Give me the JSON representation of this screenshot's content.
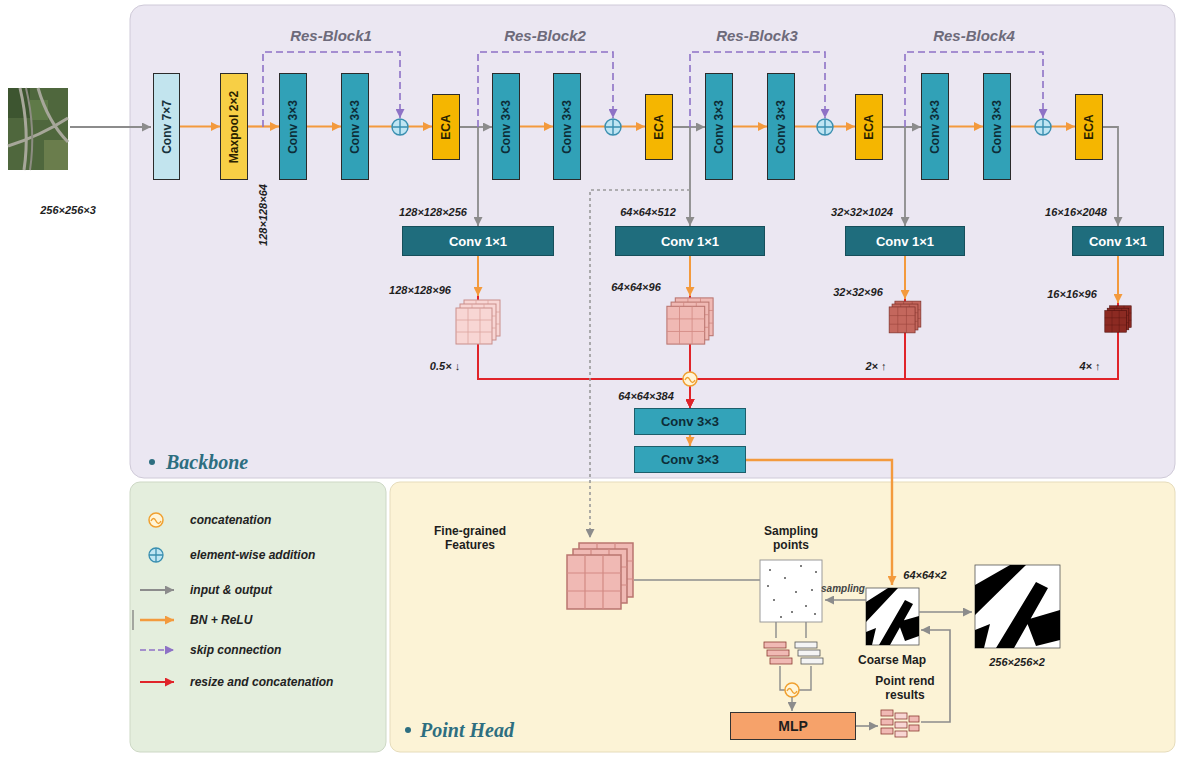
{
  "diagram": {
    "nodes": [
      {
        "text": [
          "Backbone"
        ]
      },
      {
        "text": [
          "Conv 7×7"
        ],
        "in": 0
      },
      {
        "text": [
          "Maxpool 2×2"
        ],
        "in": 0
      },
      {
        "text": [
          "Conv 3×3"
        ],
        "in": 0
      },
      {
        "text": [
          "Conv 3×3"
        ],
        "in": 0
      },
      {
        "text": [
          "ECA"
        ],
        "in": 0
      },
      {
        "text": [
          "Conv 3×3"
        ],
        "in": 0
      },
      {
        "text": [
          "Conv 3×3"
        ],
        "in": 0
      },
      {
        "text": [
          "ECA"
        ],
        "in": 0
      },
      {
        "text": [
          "Conv 3×3"
        ],
        "in": 0
      },
      {
        "text": [
          "Conv 3×3"
        ],
        "in": 0
      },
      {
        "text": [
          "ECA"
        ],
        "in": 0
      },
      {
        "text": [
          "Conv 3×3"
        ],
        "in": 0
      },
      {
        "text": [
          "Conv 3×3"
        ],
        "in": 0
      },
      {
        "text": [
          "ECA"
        ],
        "in": 0
      },
      {
        "text": [
          "Conv 1×1"
        ],
        "in": 0
      },
      {
        "text": [
          "Conv 1×1"
        ],
        "in": 0
      },
      {
        "text": [
          "Conv 1×1"
        ],
        "in": 0
      },
      {
        "text": [
          "Conv 1×1"
        ],
        "in": 0
      },
      {
        "text": [
          "Conv 3×3"
        ],
        "in": 0
      },
      {
        "text": [
          "Conv 3×3"
        ],
        "in": 0
      },
      {
        "text": [
          "Point Head"
        ]
      },
      {
        "text": [
          "MLP"
        ],
        "in": 21
      }
    ],
    "edges": [
      {
        "from": 1,
        "to": 2,
        "arrow": "to"
      },
      {
        "from": 2,
        "to": 3,
        "arrow": "to"
      },
      {
        "from": 3,
        "to": 4,
        "arrow": "to"
      },
      {
        "from": 4,
        "to": 5,
        "arrow": "to"
      },
      {
        "from": 5,
        "to": 6,
        "arrow": "to"
      },
      {
        "from": 6,
        "to": 7,
        "arrow": "to"
      },
      {
        "from": 7,
        "to": 8,
        "arrow": "to"
      },
      {
        "from": 8,
        "to": 9,
        "arrow": "to"
      },
      {
        "from": 9,
        "to": 10,
        "arrow": "to"
      },
      {
        "from": 10,
        "to": 11,
        "arrow": "to"
      },
      {
        "from": 11,
        "to": 12,
        "arrow": "to"
      },
      {
        "from": 12,
        "to": 13,
        "arrow": "to"
      },
      {
        "from": 13,
        "to": 14,
        "arrow": "to"
      },
      {
        "from": 5,
        "to": 15,
        "arrow": "to"
      },
      {
        "from": 8,
        "to": 16,
        "arrow": "to"
      },
      {
        "from": 11,
        "to": 17,
        "arrow": "to"
      },
      {
        "from": 14,
        "to": 18,
        "arrow": "to"
      },
      {
        "from": 15,
        "to": 19,
        "arrow": "to"
      },
      {
        "from": 16,
        "to": 19,
        "arrow": "to"
      },
      {
        "from": 17,
        "to": 19,
        "arrow": "to"
      },
      {
        "from": 18,
        "to": 19,
        "arrow": "to"
      },
      {
        "from": 19,
        "to": 20,
        "arrow": "to"
      }
    ],
    "labels": [
      "256×256×3",
      "Res-Block1",
      "Res-Block2",
      "Res-Block3",
      "Res-Block4",
      "128×128×64",
      "128×128×256",
      "64×64×512",
      "32×32×1024",
      "16×16×2048",
      "128×128×96",
      "64×64×96",
      "32×32×96",
      "16×16×96",
      "0.5× ↓",
      "2× ↑",
      "4× ↑",
      "64×64×384",
      "64×64×2",
      "Fine-grained Features",
      "Sampling points",
      "sampling",
      "Coarse Map",
      "Point rend results",
      "256×256×2"
    ],
    "legend": [
      {
        "text": "concatenation"
      },
      {
        "text": "element-wise addition"
      },
      {
        "text": "input & output"
      },
      {
        "text": "BN + ReLU"
      },
      {
        "text": "skip connection"
      },
      {
        "text": "resize and concatenation"
      }
    ]
  }
}
